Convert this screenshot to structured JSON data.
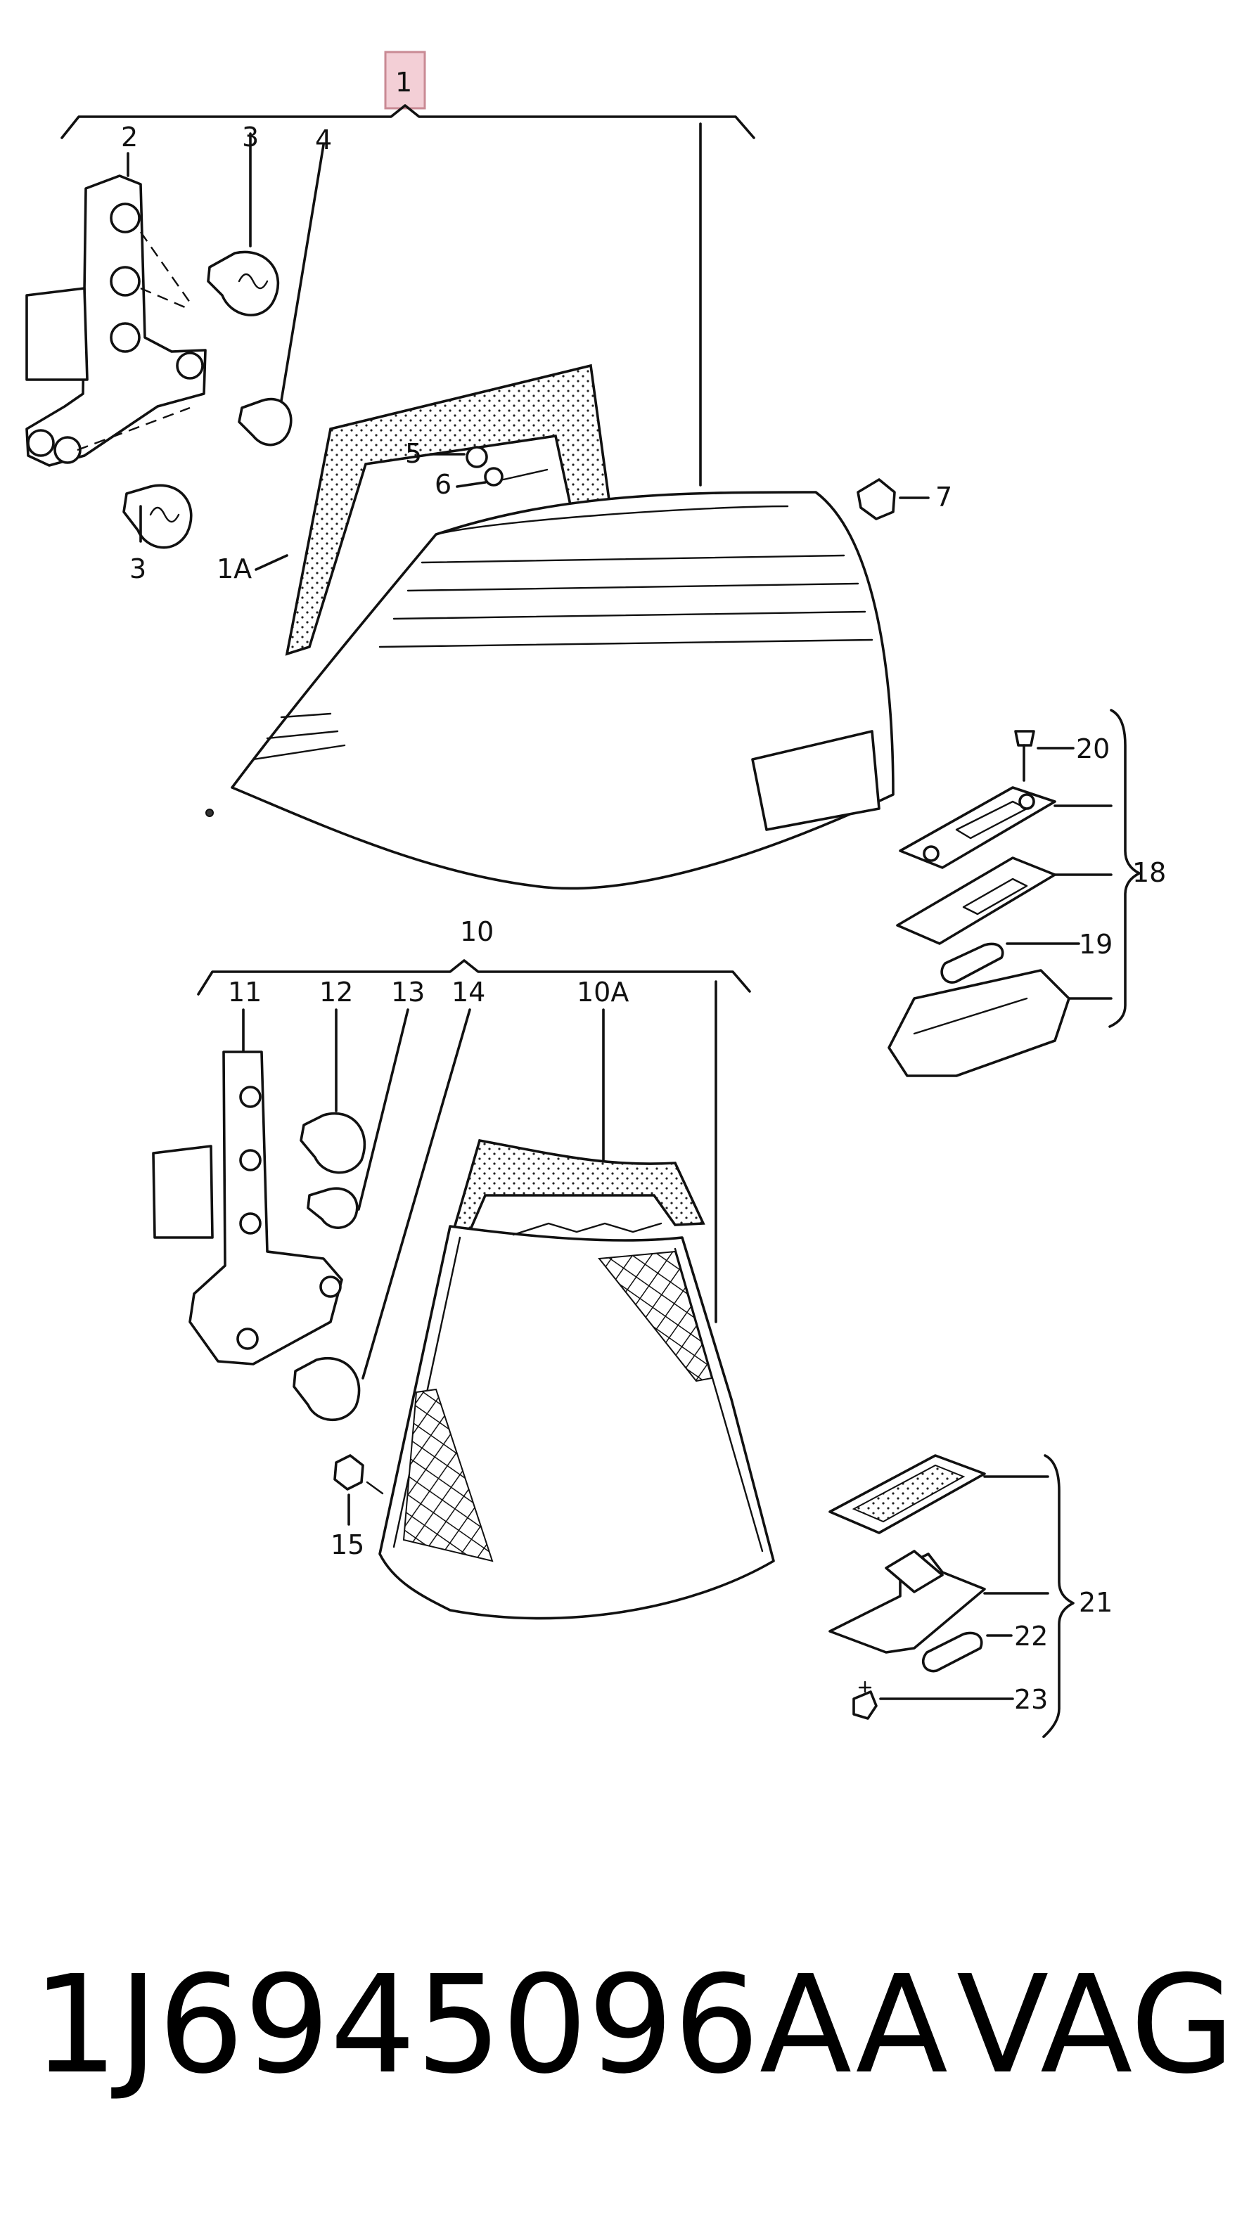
{
  "labels": {
    "l1": "1",
    "l1a": "1A",
    "l2": "2",
    "l3a": "3",
    "l3b": "3",
    "l4": "4",
    "l5": "5",
    "l6": "6",
    "l7": "7",
    "l10": "10",
    "l10a": "10A",
    "l11": "11",
    "l12": "12",
    "l13": "13",
    "l14": "14",
    "l15": "15",
    "l18": "18",
    "l19": "19",
    "l20": "20",
    "l21": "21",
    "l22": "22",
    "l23": "23"
  },
  "caption": {
    "part_number": "1J6945096AA",
    "brand": "VAG"
  }
}
